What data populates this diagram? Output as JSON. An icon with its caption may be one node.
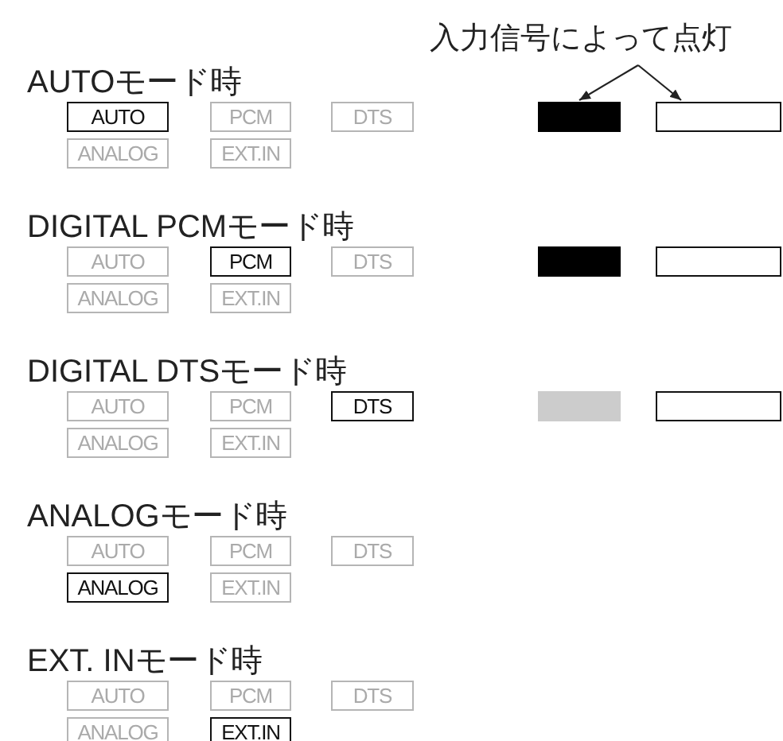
{
  "diagram": {
    "nodes": [
      {
        "text": [
          "入力信号によって点灯"
        ]
      },
      {
        "text": [
          "AUTO"
        ]
      },
      {
        "text": [
          "PCM"
        ]
      },
      {
        "text": [
          "DTS"
        ]
      },
      {
        "text": [],
        "shape": "box"
      },
      {
        "text": [],
        "shape": "box"
      },
      {
        "text": [
          "ANALOG"
        ]
      },
      {
        "text": [
          "EXT.IN"
        ]
      },
      {
        "text": [
          "AUTO"
        ]
      },
      {
        "text": [
          "PCM"
        ]
      },
      {
        "text": [
          "DTS"
        ]
      },
      {
        "text": [],
        "shape": "box"
      },
      {
        "text": [],
        "shape": "box"
      },
      {
        "text": [
          "ANALOG"
        ]
      },
      {
        "text": [
          "EXT.IN"
        ]
      },
      {
        "text": [
          "AUTO"
        ]
      },
      {
        "text": [
          "PCM"
        ]
      },
      {
        "text": [
          "DTS"
        ]
      },
      {
        "text": [],
        "shape": "box"
      },
      {
        "text": [],
        "shape": "box"
      },
      {
        "text": [
          "ANALOG"
        ]
      },
      {
        "text": [
          "EXT.IN"
        ]
      },
      {
        "text": [
          "AUTO"
        ]
      },
      {
        "text": [
          "PCM"
        ]
      },
      {
        "text": [
          "DTS"
        ]
      },
      {
        "text": [
          "ANALOG"
        ]
      },
      {
        "text": [
          "EXT.IN"
        ]
      },
      {
        "text": [
          "AUTO"
        ]
      },
      {
        "text": [
          "PCM"
        ]
      },
      {
        "text": [
          "DTS"
        ]
      },
      {
        "text": [
          "ANALOG"
        ]
      },
      {
        "text": [
          "EXT.IN"
        ]
      }
    ],
    "edges": [
      {
        "from": 0,
        "to": 4,
        "arrow": "to"
      },
      {
        "from": 0,
        "to": 5,
        "arrow": "to"
      }
    ],
    "labels": [
      "AUTOモード時",
      "DIGITAL PCMモード時",
      "DIGITAL DTSモード時",
      "ANALOGモード時",
      "EXT. INモード時"
    ]
  }
}
